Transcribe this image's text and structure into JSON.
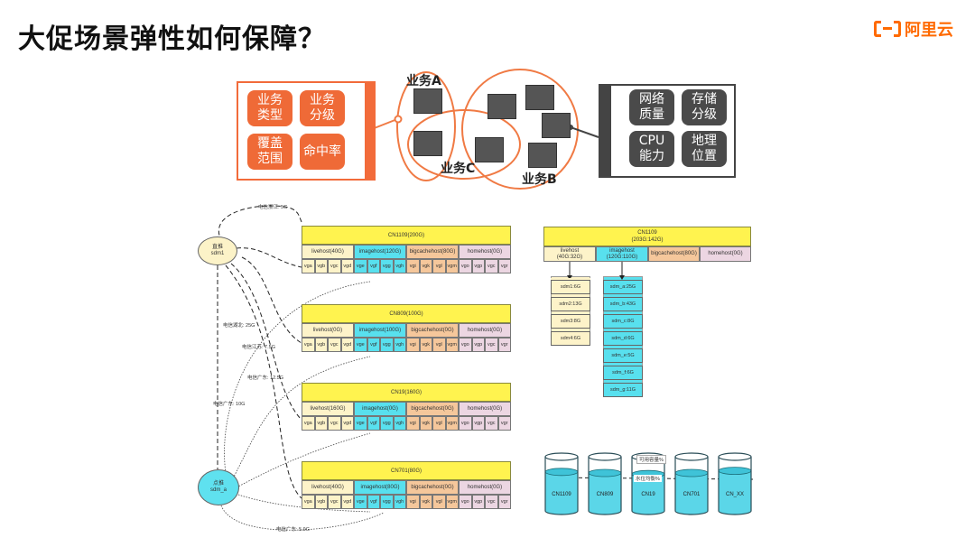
{
  "title": "大促场景弹性如何保障？",
  "brand": "阿里云",
  "left_panel": {
    "tiles": [
      {
        "line1": "业务",
        "line2": "类型"
      },
      {
        "line1": "业务",
        "line2": "分级"
      },
      {
        "line1": "覆盖",
        "line2": "范围"
      },
      {
        "line1": "命中率",
        "line2": ""
      }
    ]
  },
  "right_panel": {
    "tiles": [
      {
        "line1": "网络",
        "line2": "质量"
      },
      {
        "line1": "存储",
        "line2": "分级"
      },
      {
        "line1": "CPU",
        "line2": "能力"
      },
      {
        "line1": "地理",
        "line2": "位置"
      }
    ]
  },
  "business": {
    "a": "业务A",
    "b": "业务B",
    "c": "业务C"
  },
  "nodes": {
    "top": {
      "line1": "直推",
      "line2": "sdm1"
    },
    "bottom": {
      "line1": "点推",
      "line2": "sdm_a"
    }
  },
  "links": [
    "电信浙江: 5G",
    "电信湖北: 25G",
    "电信江苏: 7.5G",
    "电信广东: 12.5G",
    "电信广东: 10G",
    "电信广东: 5.9G"
  ],
  "clusters": [
    {
      "title": "CN1109(200G)",
      "cats": [
        "livehost(40G)",
        "imagehost(120G)",
        "bigcachehost(80G)",
        "homehost(0G)"
      ]
    },
    {
      "title": "CN809(100G)",
      "cats": [
        "livehost(0G)",
        "imagehost(100G)",
        "bigcachehost(0G)",
        "homehost(0G)"
      ]
    },
    {
      "title": "CN19(160G)",
      "cats": [
        "livehost(160G)",
        "imagehost(0G)",
        "bigcachehost(0G)",
        "homehost(0G)"
      ]
    },
    {
      "title": "CN701(80G)",
      "cats": [
        "livehost(40G)",
        "imagehost(80G)",
        "bigcachehost(0G)",
        "homehost(0G)"
      ]
    }
  ],
  "cells": [
    "vga",
    "vgb",
    "vgc",
    "vgd",
    "vge",
    "vgf",
    "vgg",
    "vgh",
    "vgi",
    "vgk",
    "vgl",
    "vgm",
    "vgo",
    "vgp",
    "vgc",
    "vgr"
  ],
  "detail": {
    "title_line1": "CN1109",
    "title_line2": "(203G:142G)",
    "cats": [
      {
        "line1": "livehost",
        "line2": "(40G:32G)"
      },
      {
        "line1": "imagehost",
        "line2": "(120G:110G)"
      },
      {
        "line1": "bigcachehost(80G)",
        "line2": ""
      },
      {
        "line1": "homehost(0G)",
        "line2": ""
      }
    ],
    "live_sdm": [
      "sdm1:6G",
      "sdm2:13G",
      "sdm3:8G",
      "sdm4:6G"
    ],
    "image_sdm": [
      "sdm_a:25G",
      "sdm_b:43G",
      "sdm_c:8G",
      "sdm_d:6G",
      "sdm_e:5G",
      "sdm_f:6G",
      "sdm_g:11G"
    ]
  },
  "cylinders": {
    "labels": [
      "CN1109",
      "CN809",
      "CN19",
      "CN701",
      "CN_XX"
    ],
    "usable_label": "可用容量%",
    "water_label": "水位均衡%"
  }
}
